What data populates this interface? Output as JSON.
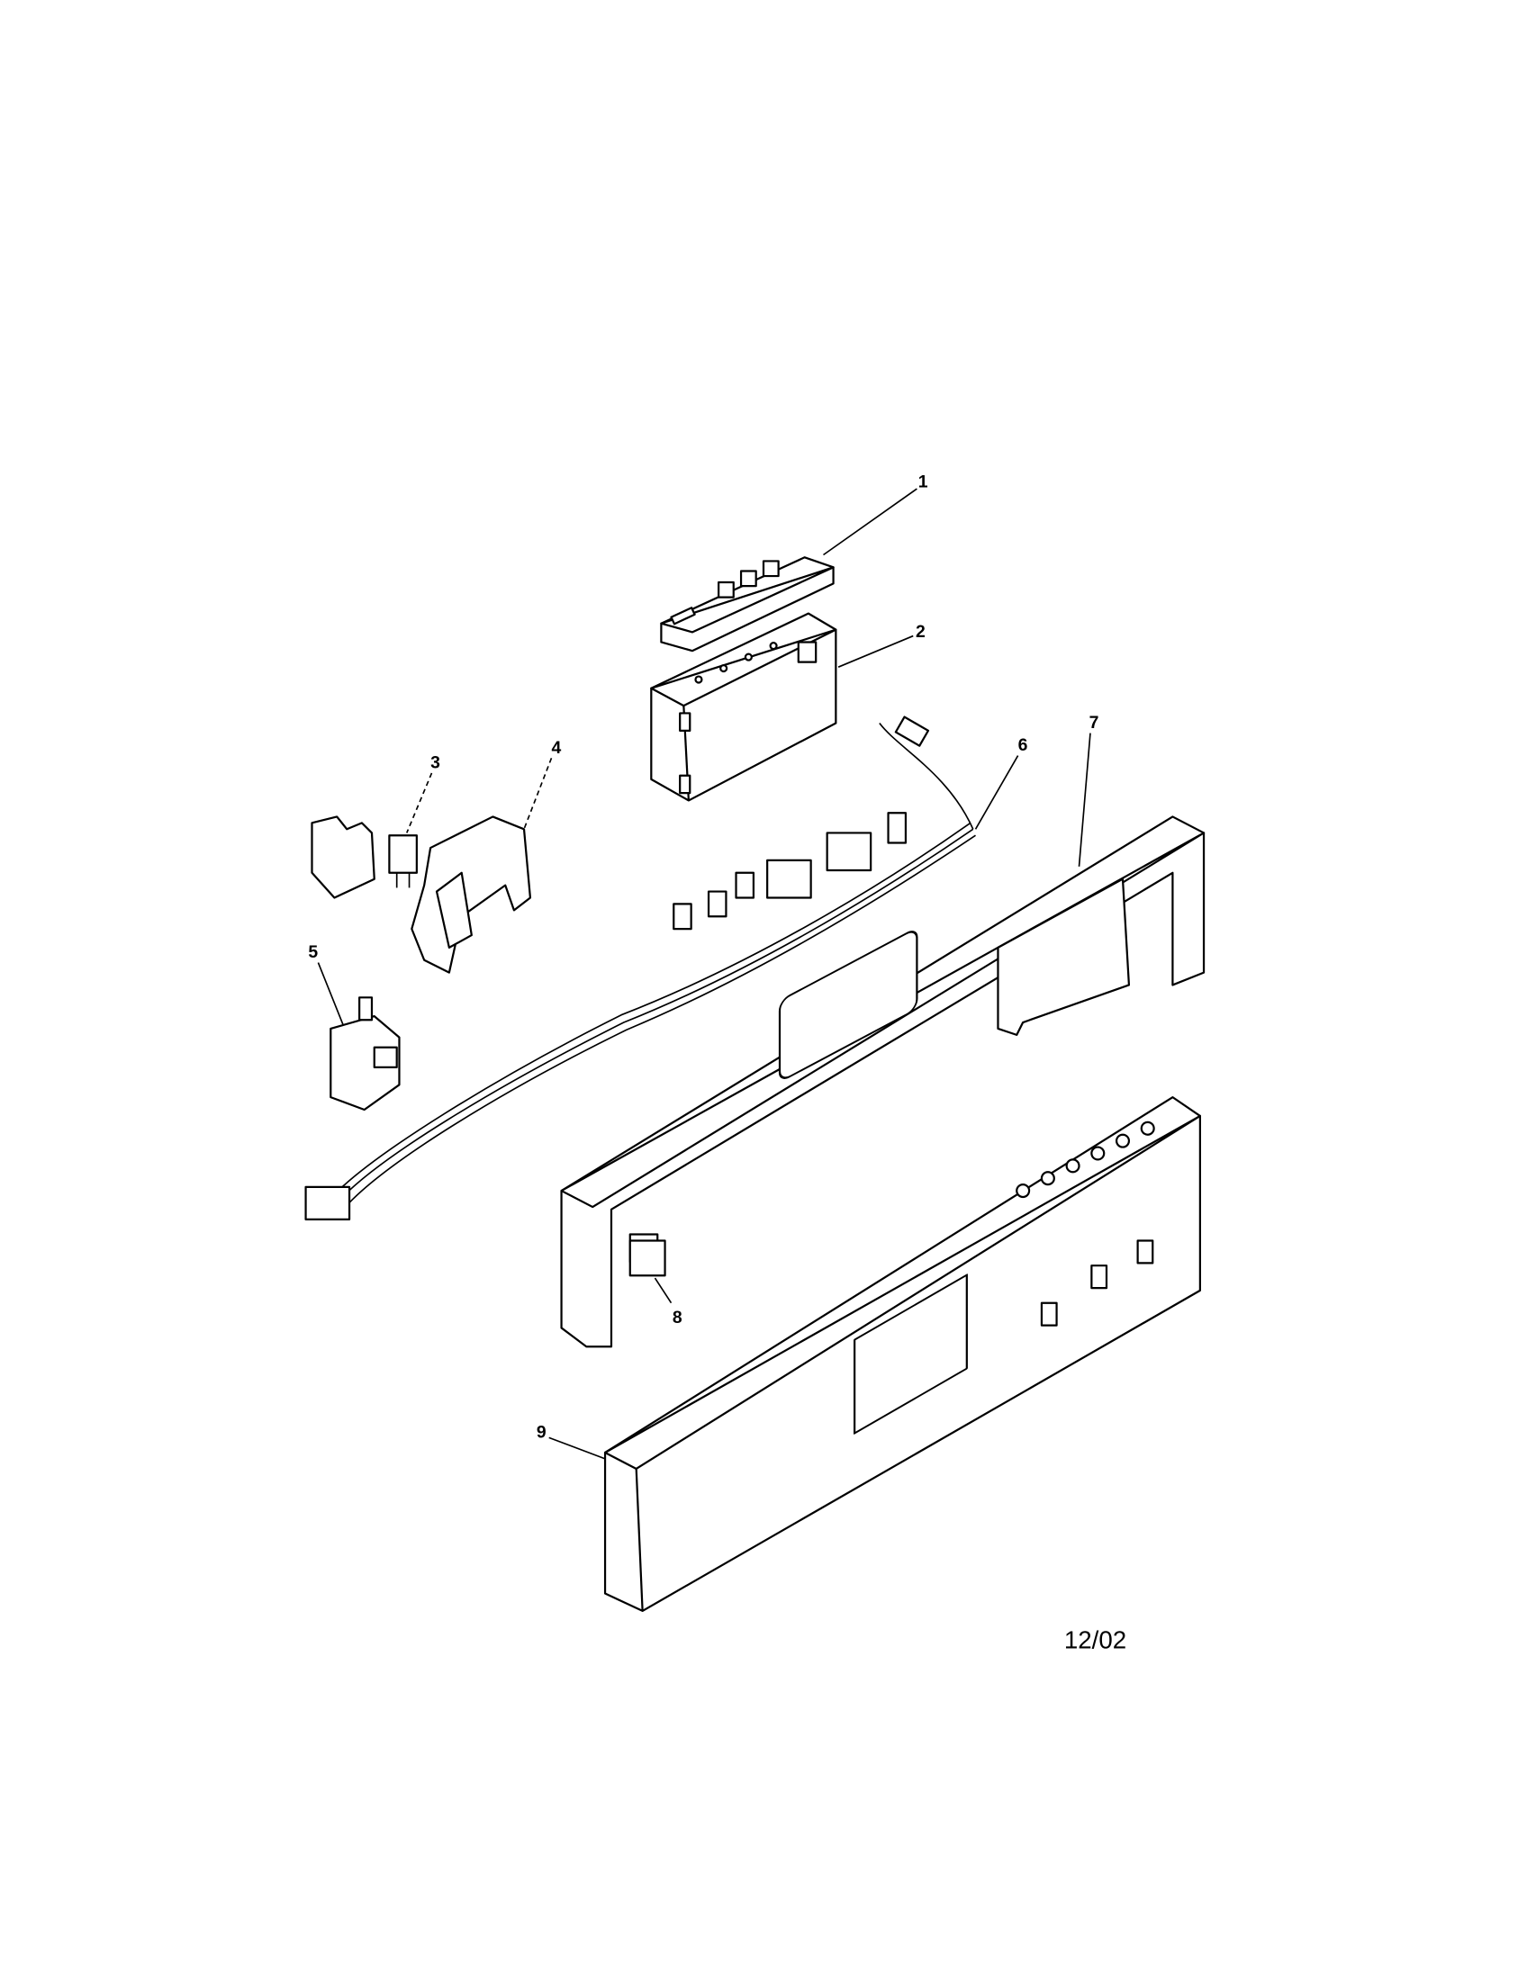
{
  "callouts": [
    {
      "id": "1",
      "label": "1"
    },
    {
      "id": "2",
      "label": "2"
    },
    {
      "id": "3",
      "label": "3"
    },
    {
      "id": "4",
      "label": "4"
    },
    {
      "id": "5",
      "label": "5"
    },
    {
      "id": "6",
      "label": "6"
    },
    {
      "id": "7",
      "label": "7"
    },
    {
      "id": "8",
      "label": "8"
    },
    {
      "id": "9",
      "label": "9"
    }
  ],
  "date_code": "12/02"
}
